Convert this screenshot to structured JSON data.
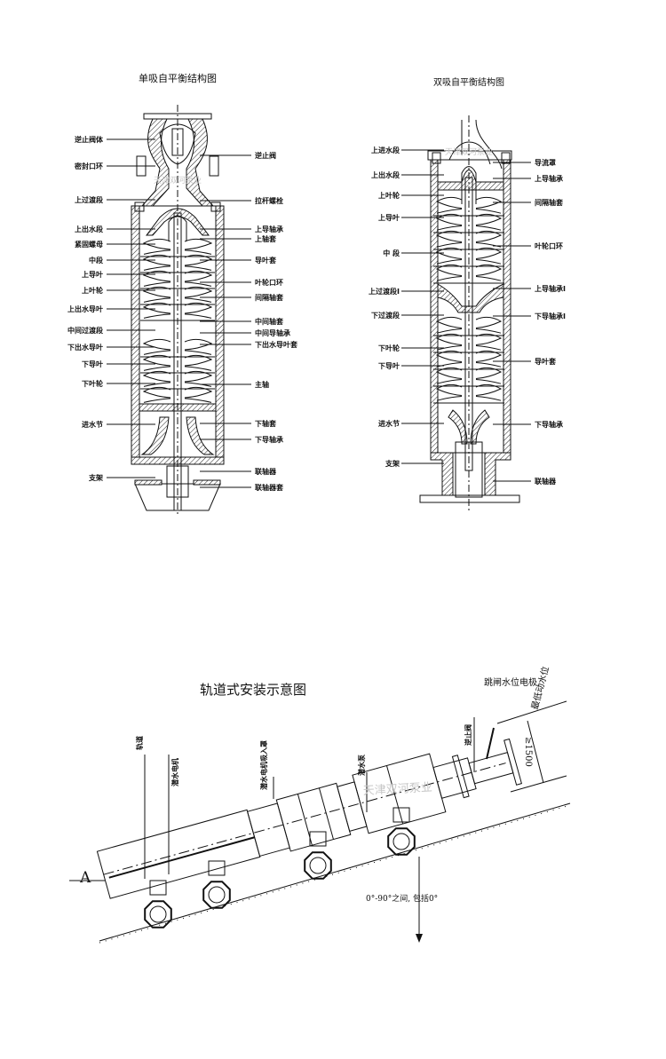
{
  "watermark": "天津双河泵业",
  "single": {
    "title": "单吸自平衡结构图",
    "left_labels": [
      "逆止阀体",
      "密封口环",
      "上过渡段",
      "上出水段",
      "紧固螺母",
      "中段",
      "上导叶",
      "上叶轮",
      "上出水导叶",
      "中间过渡段",
      "下出水导叶",
      "下导叶",
      "下叶轮",
      "进水节",
      "支架"
    ],
    "right_labels": [
      "逆止阀",
      "拉杆螺栓",
      "上导轴承",
      "上轴套",
      "导叶套",
      "叶轮口环",
      "间隔轴套",
      "中间轴套",
      "中间导轴承",
      "下出水导叶套",
      "主轴",
      "下轴套",
      "下导轴承",
      "联轴器",
      "联轴器套"
    ]
  },
  "double": {
    "title": "双吸自平衡结构图",
    "left_labels": [
      "上进水段",
      "上出水段",
      "上叶轮",
      "上导叶",
      "中 段",
      "上过渡段I",
      "下过渡段",
      "下叶轮",
      "下导叶",
      "进水节",
      "支架"
    ],
    "right_labels": [
      "导流罩",
      "上导轴承",
      "间隔轴套",
      "叶轮口环",
      "上导轴承I",
      "下导轴承I",
      "导叶套",
      "下导轴承",
      "联轴器"
    ]
  },
  "rail": {
    "title": "轨道式安装示意图",
    "labels": {
      "rail": "轨道",
      "motor": "潜水电机",
      "intake": "潜水电机吸入罩",
      "pump": "潜水泵",
      "check_valve": "逆止阀",
      "electrode": "跳闸水位电极",
      "min_level": "最低动水位",
      "depth": "≥1500",
      "view": "A",
      "angle": "0°-90°之间, 包括0°"
    }
  }
}
